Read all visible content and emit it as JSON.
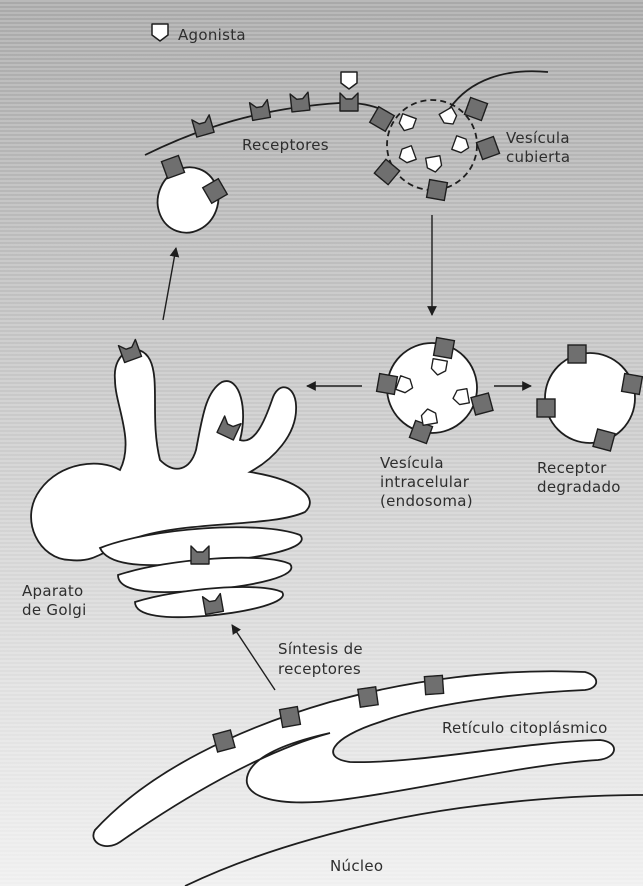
{
  "legend": {
    "agonist_label": "Agonista"
  },
  "labels": {
    "receptores": "Receptores",
    "vesicula_cubierta_1": "Vesícula",
    "vesicula_cubierta_2": "cubierta",
    "vesicula_intracelular_1": "Vesícula",
    "vesicula_intracelular_2": "intracelular",
    "vesicula_intracelular_3": "(endosoma)",
    "receptor_degradado_1": "Receptor",
    "receptor_degradado_2": "degradado",
    "aparato_golgi_1": "Aparato",
    "aparato_golgi_2": "de Golgi",
    "sintesis_1": "Síntesis de",
    "sintesis_2": "receptores",
    "reticulo": "Retículo citoplásmico",
    "nucleo": "Núcleo"
  },
  "colors": {
    "background_light": "#ececec",
    "background_dark": "#9e9e9e",
    "receptor_fill": "#6f6f6f",
    "outline": "#1e1e1e",
    "membrane_fill": "#ffffff"
  }
}
